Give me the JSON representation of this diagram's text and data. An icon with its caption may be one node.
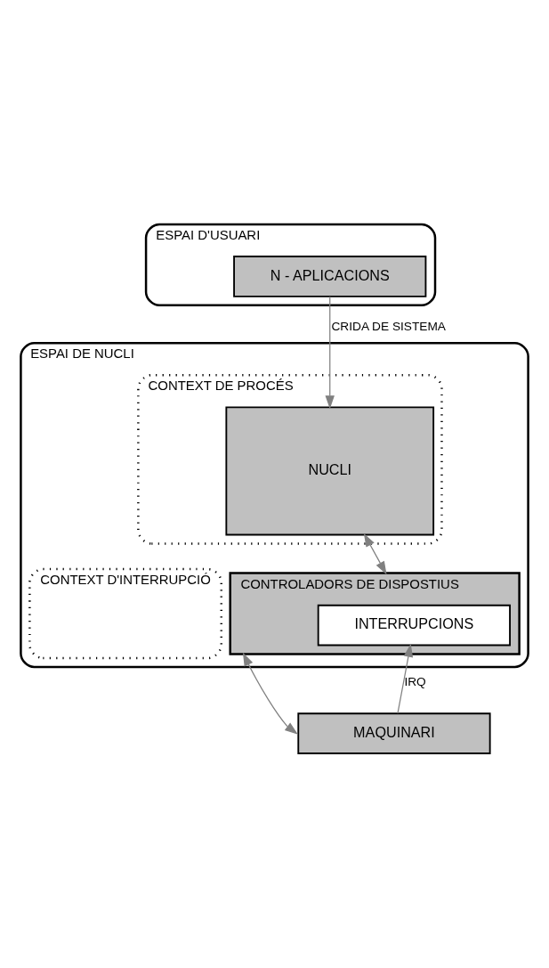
{
  "diagram": {
    "nodes": [
      {
        "text": [
          "ESPAI D'USUARI"
        ]
      },
      {
        "text": [
          "N - APLICACIONS"
        ],
        "in": 0
      },
      {
        "text": [
          "ESPAI DE NUCLI"
        ]
      },
      {
        "text": [
          "CONTEXT DE PROCÉS"
        ],
        "in": 2
      },
      {
        "text": [
          "NUCLI"
        ],
        "in": 3
      },
      {
        "text": [
          "CONTEXT D'INTERRUPCIÓ"
        ],
        "in": 2
      },
      {
        "text": [
          "CONTROLADORS DE DISPOSTIUS"
        ],
        "in": 2
      },
      {
        "text": [
          "INTERRUPCIONS"
        ],
        "in": 6
      },
      {
        "text": [
          "MAQUINARI"
        ]
      }
    ],
    "edges": [
      {
        "from": 1,
        "to": 4,
        "arrow": "to",
        "label": "CRIDA DE SISTEMA"
      },
      {
        "from": 4,
        "to": 6,
        "arrow": "both"
      },
      {
        "from": 8,
        "to": 7,
        "arrow": "to",
        "label": "IRQ"
      },
      {
        "from": 6,
        "to": 8,
        "arrow": "both"
      }
    ]
  }
}
